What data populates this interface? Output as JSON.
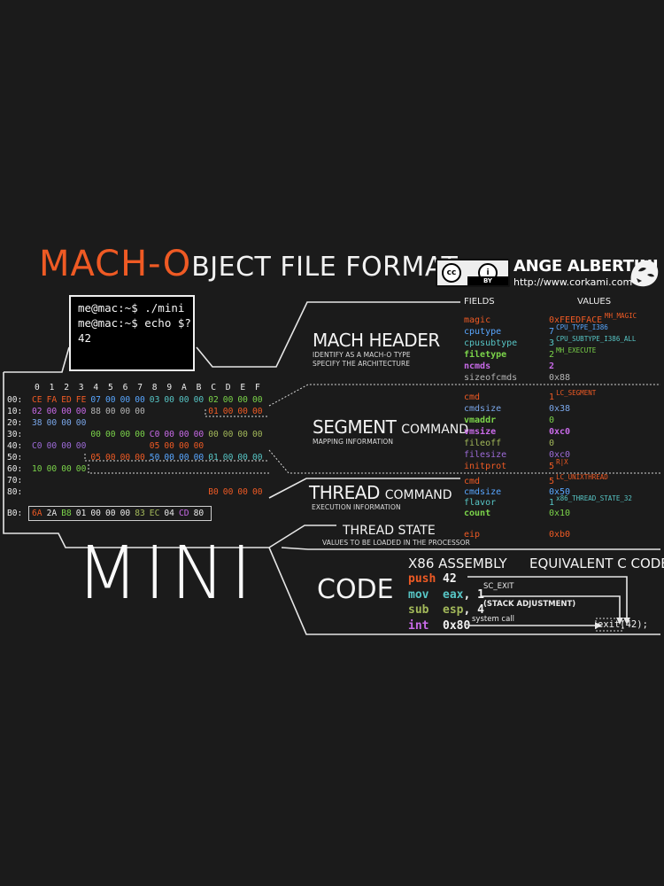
{
  "title": {
    "part1": "MACH-O",
    "part2": "BJECT FILE FORMAT"
  },
  "license": {
    "cc": "cc",
    "by": "BY",
    "person": "i"
  },
  "author": {
    "name": "ANGE ALBERTINI",
    "url": "http://www.corkami.com"
  },
  "terminal": {
    "lines": [
      "me@mac:~$ ./mini",
      "me@mac:~$ echo $?",
      "42"
    ]
  },
  "colors": {
    "orange": "#ef5a24",
    "amber": "#e89a3c",
    "blue": "#58a6ff",
    "blue2": "#7aa7ea",
    "green": "#7bd44a",
    "purple": "#c86ae8",
    "violet": "#9d6bd8",
    "gray": "#b5b5b5",
    "olive": "#a3b95a",
    "teal": "#57c6c6",
    "white": "#eaeaea",
    "yellow": "#f0c04a"
  },
  "hex": {
    "col_headers": [
      "0",
      "1",
      "2",
      "3",
      "4",
      "5",
      "6",
      "7",
      "8",
      "9",
      "A",
      "B",
      "C",
      "D",
      "E",
      "F"
    ],
    "rows": [
      {
        "offset": "00:",
        "bytes": [
          [
            "CE",
            "orange"
          ],
          [
            "FA",
            "orange"
          ],
          [
            "ED",
            "orange"
          ],
          [
            "FE",
            "orange"
          ],
          [
            "07",
            "blue"
          ],
          [
            "00",
            "blue"
          ],
          [
            "00",
            "blue"
          ],
          [
            "00",
            "blue"
          ],
          [
            "03",
            "teal"
          ],
          [
            "00",
            "teal"
          ],
          [
            "00",
            "teal"
          ],
          [
            "00",
            "teal"
          ],
          [
            "02",
            "green"
          ],
          [
            "00",
            "green"
          ],
          [
            "00",
            "green"
          ],
          [
            "00",
            "green"
          ]
        ]
      },
      {
        "offset": "10:",
        "bytes": [
          [
            "02",
            "purple"
          ],
          [
            "00",
            "purple"
          ],
          [
            "00",
            "purple"
          ],
          [
            "00",
            "purple"
          ],
          [
            "88",
            "gray"
          ],
          [
            "00",
            "gray"
          ],
          [
            "00",
            "gray"
          ],
          [
            "00",
            "gray"
          ],
          [
            "",
            "white"
          ],
          [
            "",
            "white"
          ],
          [
            "",
            "white"
          ],
          [
            "",
            "white"
          ],
          [
            "01",
            "orange"
          ],
          [
            "00",
            "orange"
          ],
          [
            "00",
            "orange"
          ],
          [
            "00",
            "orange"
          ]
        ]
      },
      {
        "offset": "20:",
        "bytes": [
          [
            "38",
            "blue2"
          ],
          [
            "00",
            "blue2"
          ],
          [
            "00",
            "blue2"
          ],
          [
            "00",
            "blue2"
          ],
          [
            "",
            "white"
          ],
          [
            "",
            "white"
          ],
          [
            "",
            "white"
          ],
          [
            "",
            "white"
          ],
          [
            "",
            "white"
          ],
          [
            "",
            "white"
          ],
          [
            "",
            "white"
          ],
          [
            "",
            "white"
          ],
          [
            "",
            "white"
          ],
          [
            "",
            "white"
          ],
          [
            "",
            "white"
          ],
          [
            "",
            "white"
          ]
        ]
      },
      {
        "offset": "30:",
        "bytes": [
          [
            "",
            "white"
          ],
          [
            "",
            "white"
          ],
          [
            "",
            "white"
          ],
          [
            "",
            "white"
          ],
          [
            "00",
            "green"
          ],
          [
            "00",
            "green"
          ],
          [
            "00",
            "green"
          ],
          [
            "00",
            "green"
          ],
          [
            "C0",
            "purple"
          ],
          [
            "00",
            "purple"
          ],
          [
            "00",
            "purple"
          ],
          [
            "00",
            "purple"
          ],
          [
            "00",
            "olive"
          ],
          [
            "00",
            "olive"
          ],
          [
            "00",
            "olive"
          ],
          [
            "00",
            "olive"
          ]
        ]
      },
      {
        "offset": "40:",
        "bytes": [
          [
            "C0",
            "violet"
          ],
          [
            "00",
            "violet"
          ],
          [
            "00",
            "violet"
          ],
          [
            "00",
            "violet"
          ],
          [
            "",
            "white"
          ],
          [
            "",
            "white"
          ],
          [
            "",
            "white"
          ],
          [
            "",
            "white"
          ],
          [
            "05",
            "orange"
          ],
          [
            "00",
            "orange"
          ],
          [
            "00",
            "orange"
          ],
          [
            "00",
            "orange"
          ],
          [
            "",
            "white"
          ],
          [
            "",
            "white"
          ],
          [
            "",
            "white"
          ],
          [
            "",
            "white"
          ]
        ]
      },
      {
        "offset": "50:",
        "bytes": [
          [
            "",
            "white"
          ],
          [
            "",
            "white"
          ],
          [
            "",
            "white"
          ],
          [
            "",
            "white"
          ],
          [
            "05",
            "orange"
          ],
          [
            "00",
            "orange"
          ],
          [
            "00",
            "orange"
          ],
          [
            "00",
            "orange"
          ],
          [
            "50",
            "blue"
          ],
          [
            "00",
            "blue"
          ],
          [
            "00",
            "blue"
          ],
          [
            "00",
            "blue"
          ],
          [
            "01",
            "teal"
          ],
          [
            "00",
            "teal"
          ],
          [
            "00",
            "teal"
          ],
          [
            "00",
            "teal"
          ]
        ]
      },
      {
        "offset": "60:",
        "bytes": [
          [
            "10",
            "green"
          ],
          [
            "00",
            "green"
          ],
          [
            "00",
            "green"
          ],
          [
            "00",
            "green"
          ],
          [
            "",
            "white"
          ],
          [
            "",
            "white"
          ],
          [
            "",
            "white"
          ],
          [
            "",
            "white"
          ],
          [
            "",
            "white"
          ],
          [
            "",
            "white"
          ],
          [
            "",
            "white"
          ],
          [
            "",
            "white"
          ],
          [
            "",
            "white"
          ],
          [
            "",
            "white"
          ],
          [
            "",
            "white"
          ],
          [
            "",
            "white"
          ]
        ]
      },
      {
        "offset": "70:",
        "bytes": [
          [
            "",
            "white"
          ],
          [
            "",
            "white"
          ],
          [
            "",
            "white"
          ],
          [
            "",
            "white"
          ],
          [
            "",
            "white"
          ],
          [
            "",
            "white"
          ],
          [
            "",
            "white"
          ],
          [
            "",
            "white"
          ],
          [
            "",
            "white"
          ],
          [
            "",
            "white"
          ],
          [
            "",
            "white"
          ],
          [
            "",
            "white"
          ],
          [
            "",
            "white"
          ],
          [
            "",
            "white"
          ],
          [
            "",
            "white"
          ],
          [
            "",
            "white"
          ]
        ]
      },
      {
        "offset": "80:",
        "bytes": [
          [
            "",
            "white"
          ],
          [
            "",
            "white"
          ],
          [
            "",
            "white"
          ],
          [
            "",
            "white"
          ],
          [
            "",
            "white"
          ],
          [
            "",
            "white"
          ],
          [
            "",
            "white"
          ],
          [
            "",
            "white"
          ],
          [
            "",
            "white"
          ],
          [
            "",
            "white"
          ],
          [
            "",
            "white"
          ],
          [
            "",
            "white"
          ],
          [
            "B0",
            "orange"
          ],
          [
            "00",
            "orange"
          ],
          [
            "00",
            "orange"
          ],
          [
            "00",
            "orange"
          ]
        ]
      }
    ],
    "code_row": {
      "offset": "B0:",
      "bytes": [
        [
          "6A",
          "orange"
        ],
        [
          "2A",
          "white"
        ],
        [
          "B8",
          "green"
        ],
        [
          "01",
          "white"
        ],
        [
          "00",
          "white"
        ],
        [
          "00",
          "white"
        ],
        [
          "00",
          "white"
        ],
        [
          "83",
          "olive"
        ],
        [
          "EC",
          "olive"
        ],
        [
          "04",
          "white"
        ],
        [
          "CD",
          "purple"
        ],
        [
          "80",
          "white"
        ]
      ]
    }
  },
  "headers": {
    "fields": "FIELDS",
    "values": "VALUES"
  },
  "sections": {
    "mach_header": {
      "title": "MACH HEADER",
      "desc1": "IDENTIFY AS A MACH-O TYPE",
      "desc2": "SPECIFY THE ARCHITECTURE",
      "fields": [
        {
          "name": "magic",
          "value": "0xFEEDFACE",
          "note": "MH_MAGIC",
          "color": "orange"
        },
        {
          "name": "cputype",
          "value": "7",
          "note": "CPU_TYPE_I386",
          "color": "blue"
        },
        {
          "name": "cpusubtype",
          "value": "3",
          "note": "CPU_SUBTYPE_I386_ALL",
          "color": "teal"
        },
        {
          "name": "filetype",
          "value": "2",
          "note": "MH_EXECUTE",
          "color": "green"
        },
        {
          "name": "ncmds",
          "value": "2",
          "note": "",
          "color": "purple"
        },
        {
          "name": "sizeofcmds",
          "value": "0x88",
          "note": "",
          "color": "gray"
        }
      ]
    },
    "segment": {
      "title": "SEGMENT",
      "title_small": "COMMAND",
      "desc1": "MAPPING INFORMATION",
      "fields": [
        {
          "name": "cmd",
          "value": "1",
          "note": "LC_SEGMENT",
          "color": "orange"
        },
        {
          "name": "cmdsize",
          "value": "0x38",
          "note": "",
          "color": "blue2"
        },
        {
          "name": "vmaddr",
          "value": "0",
          "note": "",
          "color": "green"
        },
        {
          "name": "vmsize",
          "value": "0xc0",
          "note": "",
          "color": "purple"
        },
        {
          "name": "fileoff",
          "value": "0",
          "note": "",
          "color": "olive"
        },
        {
          "name": "filesize",
          "value": "0xc0",
          "note": "",
          "color": "violet"
        },
        {
          "name": "initprot",
          "value": "5",
          "note": "R|X",
          "color": "orange"
        }
      ]
    },
    "thread": {
      "title": "THREAD",
      "title_small": "COMMAND",
      "desc1": "EXECUTION INFORMATION",
      "fields": [
        {
          "name": "cmd",
          "value": "5",
          "note": "LC_UNIXTHREAD",
          "color": "orange"
        },
        {
          "name": "cmdsize",
          "value": "0x50",
          "note": "",
          "color": "blue"
        },
        {
          "name": "flavor",
          "value": "1",
          "note": "x86_THREAD_STATE_32",
          "color": "teal"
        },
        {
          "name": "count",
          "value": "0x10",
          "note": "",
          "color": "green"
        }
      ]
    },
    "thread_state": {
      "title": "THREAD STATE",
      "desc1": "VALUES TO BE LOADED IN THE PROCESSOR",
      "fields": [
        {
          "name": "eip",
          "value": "0xb0",
          "note": "",
          "color": "orange"
        }
      ]
    }
  },
  "mini": "MINI",
  "code": {
    "title": "CODE",
    "asm_header": "X86 ASSEMBLY",
    "c_header": "EQUIVALENT C CODE",
    "lines": [
      {
        "op": "push",
        "args": "42",
        "color": "orange"
      },
      {
        "op": "mov",
        "args": "eax, 1",
        "color": "teal",
        "reg": "eax"
      },
      {
        "op": "sub",
        "args": "esp, 4",
        "color": "olive",
        "reg": "esp"
      },
      {
        "op": "int",
        "args": "0x80",
        "color": "purple"
      }
    ],
    "notes": {
      "sc_exit": "SC_EXIT",
      "stack": "(STACK ADJUSTMENT)",
      "syscall": "system call"
    },
    "c_code": "exit(42);"
  }
}
